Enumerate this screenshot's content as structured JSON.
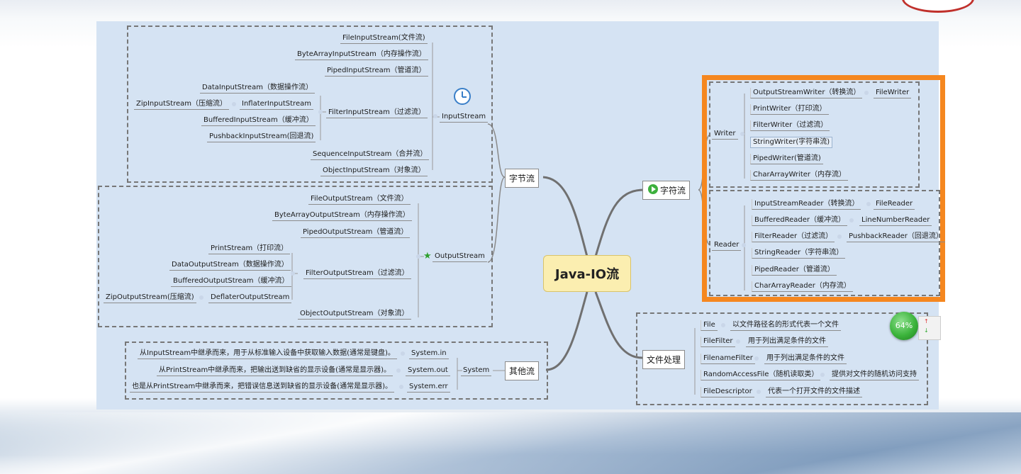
{
  "root": {
    "label": "Java-IO流"
  },
  "branches": {
    "byte": "字节流",
    "char": "字符流",
    "file": "文件处理",
    "other": "其他流"
  },
  "inputstream": {
    "title": "InputStream",
    "children": [
      "FileInputStream(文件流)",
      "ByteArrayInputStream（内存操作流）",
      "PipedInputStream（管道流）",
      "FilterInputStream（过滤流）",
      "SequenceInputStream（合并流）",
      "ObjectInputStream（对象流）"
    ],
    "filter_children": [
      "DataInputStream（数据操作流）",
      "InflaterInputStream",
      "BufferedInputStream（缓冲流）",
      "PushbackInputStream(回退流)"
    ],
    "inflater_child": "ZipInputStream（压缩流）"
  },
  "outputstream": {
    "title": "OutputStream",
    "children": [
      "FileOutputStream（文件流）",
      "ByteArrayOutputStream（内存操作流）",
      "PipedOutputStream（管道流）",
      "FilterOutputStream（过滤流）",
      "ObjectOutputStream（对象流）"
    ],
    "filter_children": [
      "PrintStream（打印流）",
      "DataOutputStream（数据操作流）",
      "BufferedOutputStream（缓冲流）",
      "DeflaterOutputStream"
    ],
    "deflater_child": "ZipOutputStream(压缩流)"
  },
  "writer": {
    "title": "Writer",
    "children": [
      "OutputStreamWriter（转换流）",
      "PrintWriter（打印流）",
      "FilterWriter（过滤流）",
      "StringWriter(字符串流)",
      "PipedWriter(管道流)",
      "CharArrayWriter（内存流）"
    ],
    "osw_child": "FileWriter"
  },
  "reader": {
    "title": "Reader",
    "children": [
      "InputStreamReader（转换流）",
      "BufferedReader（缓冲流）",
      "FilterReader（过滤流）",
      "StringReader（字符串流）",
      "PipedReader（管道流）",
      "CharArrayReader（内存流）"
    ],
    "isr_child": "FileReader",
    "br_child": "LineNumberReader",
    "fr_child": "PushbackReader（回退流）"
  },
  "file_items": [
    {
      "name": "File",
      "desc": "以文件路径名的形式代表一个文件"
    },
    {
      "name": "FileFilter",
      "desc": "用于列出满足条件的文件"
    },
    {
      "name": "FilenameFilter",
      "desc": "用于列出满足条件的文件"
    },
    {
      "name": "RandomAccessFile（随机读取类）",
      "desc": "提供对文件的随机访问支持"
    },
    {
      "name": "FileDescriptor",
      "desc": "代表一个打开文件的文件描述"
    }
  ],
  "system": {
    "title": "System",
    "items": [
      {
        "name": "System.in",
        "desc": "从InputStream中继承而来，用于从标准输入设备中获取输入数据(通常是键盘)。"
      },
      {
        "name": "System.out",
        "desc": "从PrintStream中继承而来，把输出送到缺省的显示设备(通常是显示器)。"
      },
      {
        "name": "System.err",
        "desc": "也是从PrintStream中继承而来，把错误信息送到缺省的显示设备(通常是显示器)。"
      }
    ]
  },
  "zoom_badge": "64%",
  "colors": {
    "canvas": "#d5e3f3",
    "highlight": "#f5871f",
    "root_fill": "#fbeeb0"
  }
}
